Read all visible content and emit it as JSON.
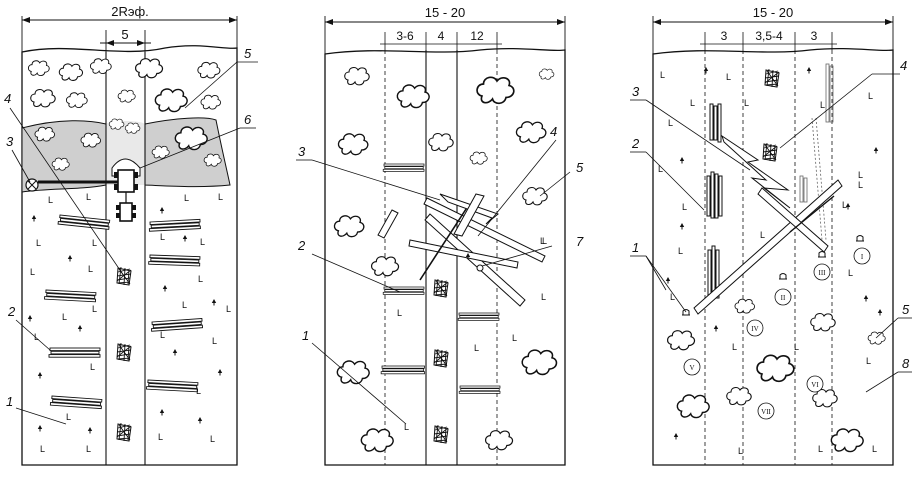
{
  "panel_a": {
    "top_dim": "2Rэф.",
    "inner_dim": "5",
    "callouts": [
      "5",
      "4",
      "3",
      "6",
      "2",
      "1"
    ]
  },
  "panel_b": {
    "top_dim": "15 - 20",
    "sub_dims": [
      "3-6",
      "4",
      "12"
    ],
    "callouts": [
      "3",
      "4",
      "5",
      "2",
      "7",
      "1"
    ]
  },
  "panel_c": {
    "top_dim": "15 - 20",
    "sub_dims": [
      "3",
      "3,5-4",
      "3"
    ],
    "callouts": [
      "4",
      "3",
      "2",
      "1",
      "5",
      "8"
    ],
    "circled": [
      "I",
      "II",
      "III",
      "IV",
      "V",
      "VI",
      "VII"
    ]
  },
  "symbols": {
    "grass": "L",
    "tree": "tree-icon",
    "bush": "bush-icon",
    "crater": "crater-icon",
    "log": "log-icon",
    "tent": "tent-icon"
  }
}
